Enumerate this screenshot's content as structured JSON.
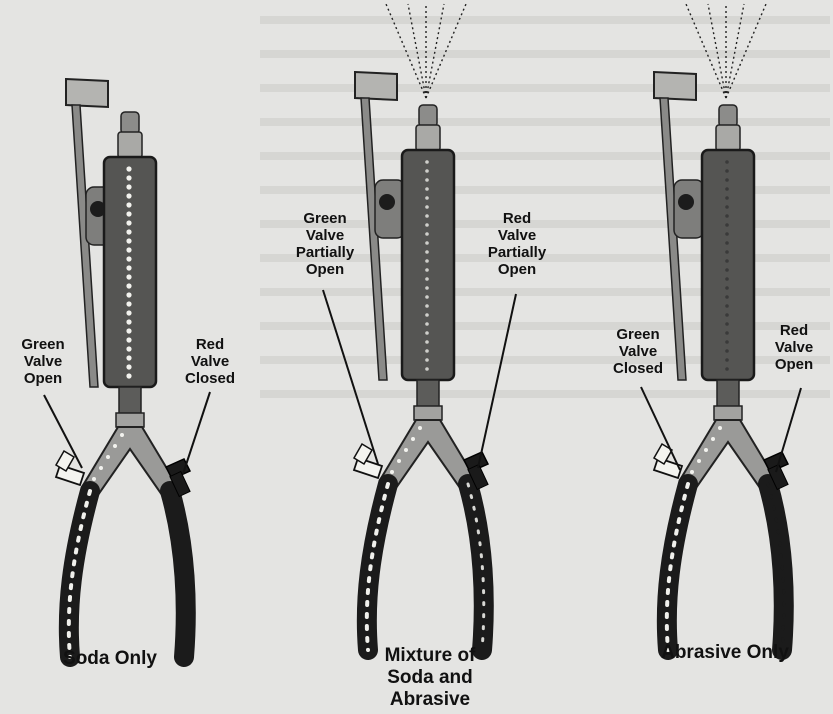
{
  "panels": [
    {
      "caption": "Soda Only",
      "left_label": "Green\nValve\nOpen",
      "right_label": "Red\nValve\nClosed",
      "spray": false
    },
    {
      "caption": "Mixture of\nSoda and\nAbrasive",
      "left_label": "Green\nValve\nPartially\nOpen",
      "right_label": "Red\nValve\nPartially\nOpen",
      "spray": true
    },
    {
      "caption": "Abrasive Only",
      "left_label": "Green\nValve\nClosed",
      "right_label": "Red\nValve\nOpen",
      "spray": true
    }
  ],
  "colors": {
    "background": "#e4e4e2",
    "body": "#555553",
    "metal": "#8c8c8a",
    "hose": "#1b1b1b",
    "green_handle": "#f4f4f0",
    "red_handle": "#1a1a1a",
    "text": "#111111"
  }
}
